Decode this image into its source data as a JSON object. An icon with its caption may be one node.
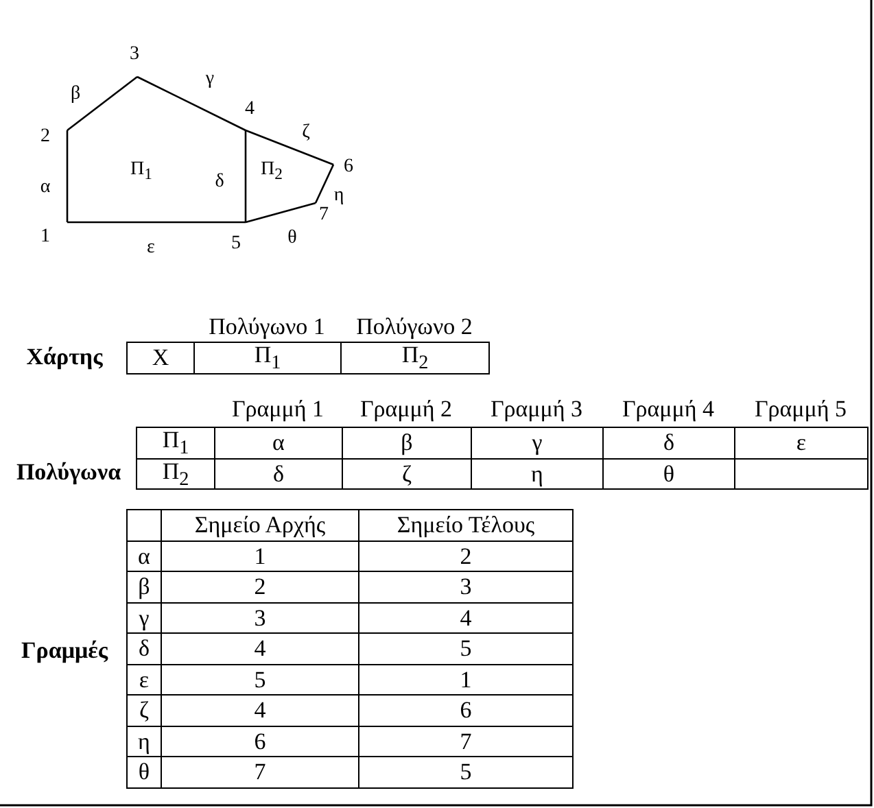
{
  "diagram": {
    "labels": [
      "3",
      "γ",
      "β",
      "4",
      "2",
      "ζ",
      "Π$_{1}$",
      "Π$_{2}$",
      "6",
      "α",
      "δ",
      "η",
      "7",
      "1",
      "ε",
      "5",
      "θ",
      "Πολύγωνο 1",
      "Πολύγωνο 2",
      "Χάρτης",
      "Χ",
      "Π$_{1}$",
      "Π$_{2}$",
      "Γραμμή 1",
      "Γραμμή 2",
      "Γραμμή 3",
      "Γραμμή 4",
      "Γραμμή 5",
      "Π$_{1}$",
      "α",
      "β",
      "γ",
      "δ",
      "ε",
      "Πολύγωνα",
      "Π$_{2}$",
      "δ",
      "ζ",
      "η",
      "θ",
      "Σημείο Αρχής",
      "Σημείο Τέλους",
      "α",
      "1",
      "2",
      "β",
      "2",
      "3",
      "γ",
      "3",
      "4",
      "δ",
      "4",
      "5",
      "Γραμμές",
      "ε",
      "5",
      "1",
      "ζ",
      "4",
      "6",
      "η",
      "6",
      "7",
      "θ",
      "7",
      "5"
    ]
  }
}
